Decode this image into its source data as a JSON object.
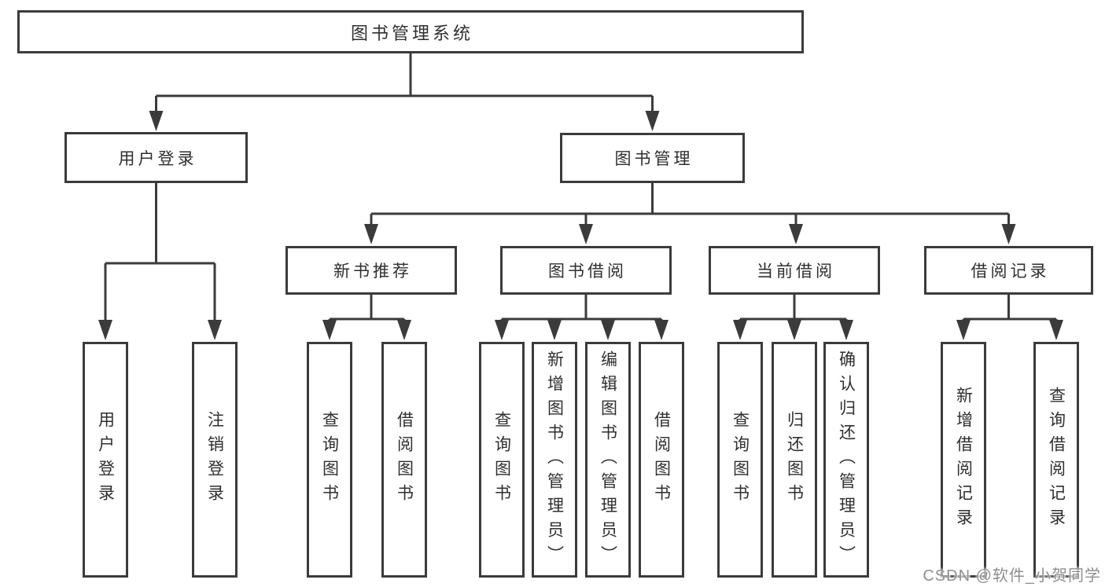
{
  "diagram": {
    "root": {
      "label": "图书管理系统"
    },
    "level2": [
      {
        "label": "用户登录"
      },
      {
        "label": "图书管理"
      }
    ],
    "level3": [
      {
        "label": "新书推荐"
      },
      {
        "label": "图书借阅"
      },
      {
        "label": "当前借阅"
      },
      {
        "label": "借阅记录"
      }
    ],
    "leaves": [
      {
        "label": "用户登录"
      },
      {
        "label": "注销登录"
      },
      {
        "label": "查询图书"
      },
      {
        "label": "借阅图书"
      },
      {
        "label": "查询图书"
      },
      {
        "label": "新增图书（管理员）"
      },
      {
        "label": "编辑图书（管理员）"
      },
      {
        "label": "借阅图书"
      },
      {
        "label": "查询图书"
      },
      {
        "label": "归还图书"
      },
      {
        "label": "确认归还（管理员）"
      },
      {
        "label": "新增借阅记录"
      },
      {
        "label": "查询借阅记录"
      }
    ],
    "watermark": "CSDN @软件_小贺同学",
    "colors": {
      "line": "#3b3b3b",
      "text": "#2f2f2f",
      "watermark_text": "#8f8f8f",
      "background": "#ffffff"
    }
  }
}
